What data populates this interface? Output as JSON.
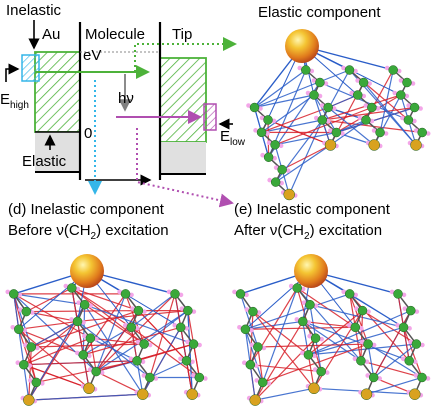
{
  "schematic": {
    "inelastic_label": "Inelastic",
    "au_label": "Au",
    "molecule_label": "Molecule",
    "tip_label": "Tip",
    "ev_label": "eV",
    "hv_label": "hν",
    "zero_label": "0",
    "e_high_main": "E",
    "e_high_sub": "high",
    "e_low_main": "E",
    "e_low_sub": "low",
    "elastic_label": "Elastic"
  },
  "panels": {
    "elastic": {
      "title": "Elastic component"
    },
    "inelastic_before": {
      "line1": "(d) Inelastic component",
      "line2_prefix": "Before ν(CH",
      "line2_sub": "2",
      "line2_suffix": ") excitation"
    },
    "inelastic_after": {
      "line1": "(e) Inelastic component",
      "line2_prefix": "After ν(CH",
      "line2_sub": "2",
      "line2_suffix": ") excitation"
    }
  },
  "colors": {
    "green": "#4db23a",
    "cyan": "#35b6e8",
    "purple": "#b04fb0",
    "gray": "#808080",
    "bond_red": "#d8202a",
    "bond_blue": "#2a5dc8",
    "atom_green": "#3aa83a",
    "atom_pink": "#f3a6e8"
  },
  "icons": {
    "tip_sphere": "gold-sphere-icon",
    "atom_chain": "molecule-chain-icon"
  }
}
